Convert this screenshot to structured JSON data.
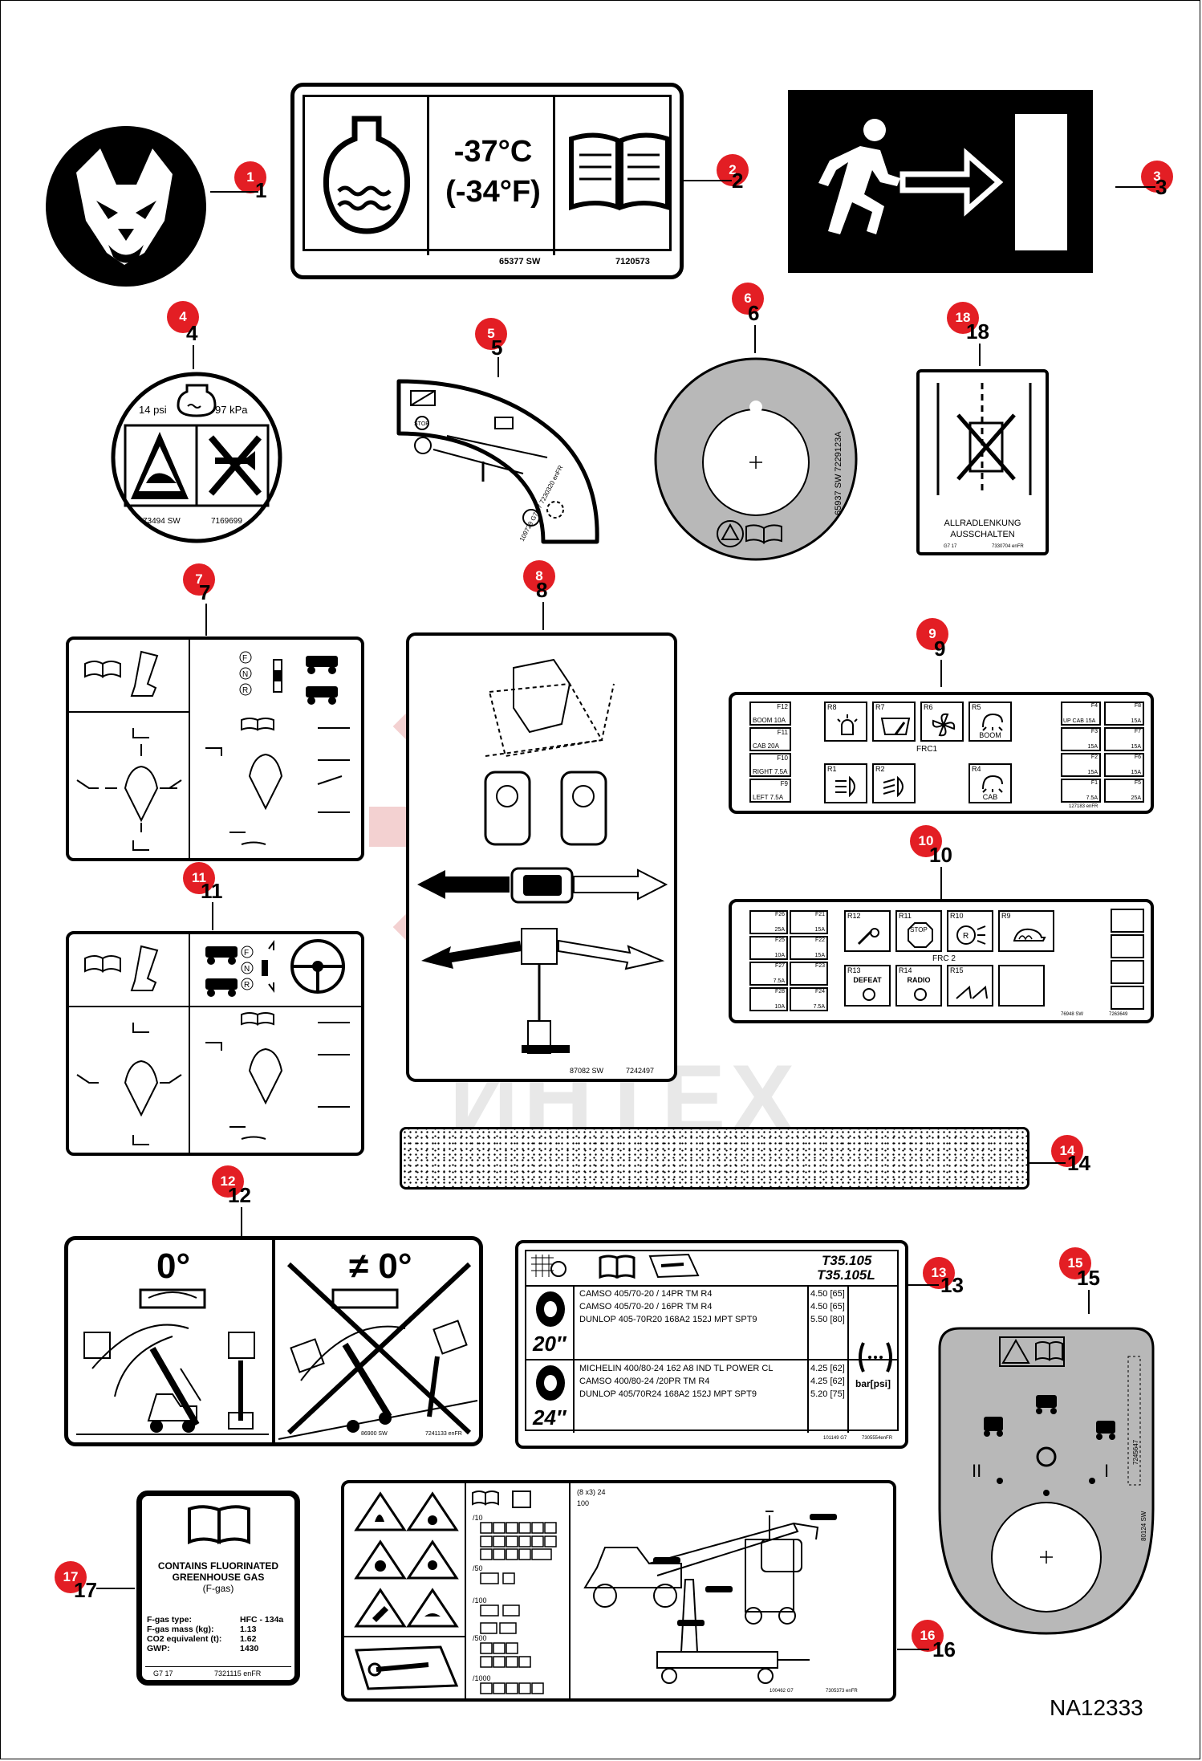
{
  "watermark": "ИНТЕХ",
  "doc_id": "NA12333",
  "badges": [
    "1",
    "2",
    "3",
    "4",
    "5",
    "6",
    "18",
    "7",
    "8",
    "9",
    "10",
    "11",
    "14",
    "12",
    "13",
    "15",
    "17",
    "16"
  ],
  "item_numbers": [
    "1",
    "2",
    "3",
    "4",
    "5",
    "6",
    "18",
    "7",
    "8",
    "9",
    "10",
    "11",
    "14",
    "12",
    "13",
    "15",
    "17",
    "16"
  ],
  "decal2": {
    "temp_c": "-37°C",
    "temp_f": "(-34°F)",
    "code_a": "65377 SW",
    "code_b": "7120573"
  },
  "decal4": {
    "psi": "14 psi",
    "kpa": "97 kPa",
    "code_a": "73494 SW",
    "code_b": "7169699"
  },
  "decal5": {
    "code": "109729 G7 17 7230320 enFR"
  },
  "decal6": {
    "code": "65937 SW 7229123A"
  },
  "decal18": {
    "line1": "ALLRADLENKUNG",
    "line2": "AUSSCHALTEN",
    "code_a": "G7 17",
    "code_b": "7330704 enFR"
  },
  "decal8": {
    "code_a": "87082 SW",
    "code_b": "7242497"
  },
  "decal9": {
    "frc": "FRC1",
    "left_fuses": [
      {
        "id": "F12",
        "label": "BOOM 10A"
      },
      {
        "id": "F11",
        "label": "CAB 20A"
      },
      {
        "id": "F10",
        "label": "RIGHT 7.5A"
      },
      {
        "id": "F9",
        "label": "LEFT 7.5A"
      }
    ],
    "relays": [
      {
        "id": "R8",
        "label": ""
      },
      {
        "id": "R7",
        "label": ""
      },
      {
        "id": "R6",
        "label": ""
      },
      {
        "id": "R5",
        "label": "BOOM"
      },
      {
        "id": "R1",
        "label": ""
      },
      {
        "id": "R2",
        "label": ""
      },
      {
        "id": "R4",
        "label": "CAB"
      }
    ],
    "right_fuses": [
      {
        "id": "F4",
        "label": "UP CAB 15A"
      },
      {
        "id": "F8",
        "label": "15A"
      },
      {
        "id": "F3",
        "label": "15A"
      },
      {
        "id": "F7",
        "label": "15A"
      },
      {
        "id": "F2",
        "label": "15A"
      },
      {
        "id": "F6",
        "label": "15A"
      },
      {
        "id": "F1",
        "label": "7.5A"
      },
      {
        "id": "F5",
        "label": "25A"
      }
    ],
    "code": "127183 enFR"
  },
  "decal10": {
    "frc": "FRC 2",
    "fuses": [
      {
        "id": "F26",
        "label": "25A"
      },
      {
        "id": "F21",
        "label": "15A"
      },
      {
        "id": "F25",
        "label": "10A"
      },
      {
        "id": "F22",
        "label": "15A"
      },
      {
        "id": "F27",
        "label": "7.5A"
      },
      {
        "id": "F23",
        "label": ""
      },
      {
        "id": "F28",
        "label": "10A"
      },
      {
        "id": "F24",
        "label": "7.5A"
      }
    ],
    "relays": [
      {
        "id": "R12",
        "label": ""
      },
      {
        "id": "R11",
        "label": "STOP"
      },
      {
        "id": "R10",
        "label": ""
      },
      {
        "id": "R9",
        "label": ""
      },
      {
        "id": "R13",
        "label": "DEFEAT"
      },
      {
        "id": "R14",
        "label": "RADIO"
      },
      {
        "id": "R15",
        "label": ""
      }
    ],
    "code_a": "76948 SW",
    "code_b": "7263649"
  },
  "decal12": {
    "level": "0°",
    "not_level": "≠ 0°",
    "code_a": "86900 SW",
    "code_b": "7241133 enFR"
  },
  "decal13": {
    "model1": "T35.105",
    "model2": "T35.105L",
    "size_20": "20″",
    "size_24": "24″",
    "tires_20": [
      {
        "name": "CAMSO 405/70-20 / 14PR TM R4",
        "pressure": "4.50 [65]"
      },
      {
        "name": "CAMSO 405/70-20 / 16PR TM R4",
        "pressure": "4.50 [65]"
      },
      {
        "name": "DUNLOP 405-70R20 168A2 152J MPT SPT9",
        "pressure": "5.50 [80]"
      }
    ],
    "tires_24": [
      {
        "name": "MICHELIN 400/80-24 162  A8 IND TL POWER CL",
        "pressure": "4.25 [62]"
      },
      {
        "name": "CAMSO 400/80-24 /20PR TM R4",
        "pressure": "4.25 [62]"
      },
      {
        "name": "DUNLOP 405/70R24 168A2 152J MPT SPT9",
        "pressure": "5.20 [75]"
      }
    ],
    "unit": "bar[psi]",
    "code_a": "101149 G7",
    "code_b": "7305554enFR"
  },
  "decal15": {
    "left": "II",
    "right": "I",
    "code_a": "80124 SW",
    "code_b": "7245647"
  },
  "decal17": {
    "heading": "CONTAINS FLUORINATED GREENHOUSE GAS (F-gas)",
    "line1": "CONTAINS FLUORINATED",
    "line2": "GREENHOUSE GAS",
    "line3": "(F-gas)",
    "rows": [
      {
        "k": "F-gas type:",
        "v": "HFC - 134a"
      },
      {
        "k": "F-gas mass (kg):",
        "v": "1.13"
      },
      {
        "k": "CO2 equivalent (t):",
        "v": "1.62"
      },
      {
        "k": "GWP:",
        "v": "1430"
      }
    ],
    "code_a": "G7 17",
    "code_b": "7321115 enFR"
  },
  "decal16": {
    "intervals": [
      "/10",
      "/50",
      "/100",
      "/500",
      "/1000"
    ],
    "top_a": "(8 x3) 24",
    "top_b": "100",
    "code_a": "100462 G7",
    "code_b": "7305373 enFR"
  }
}
